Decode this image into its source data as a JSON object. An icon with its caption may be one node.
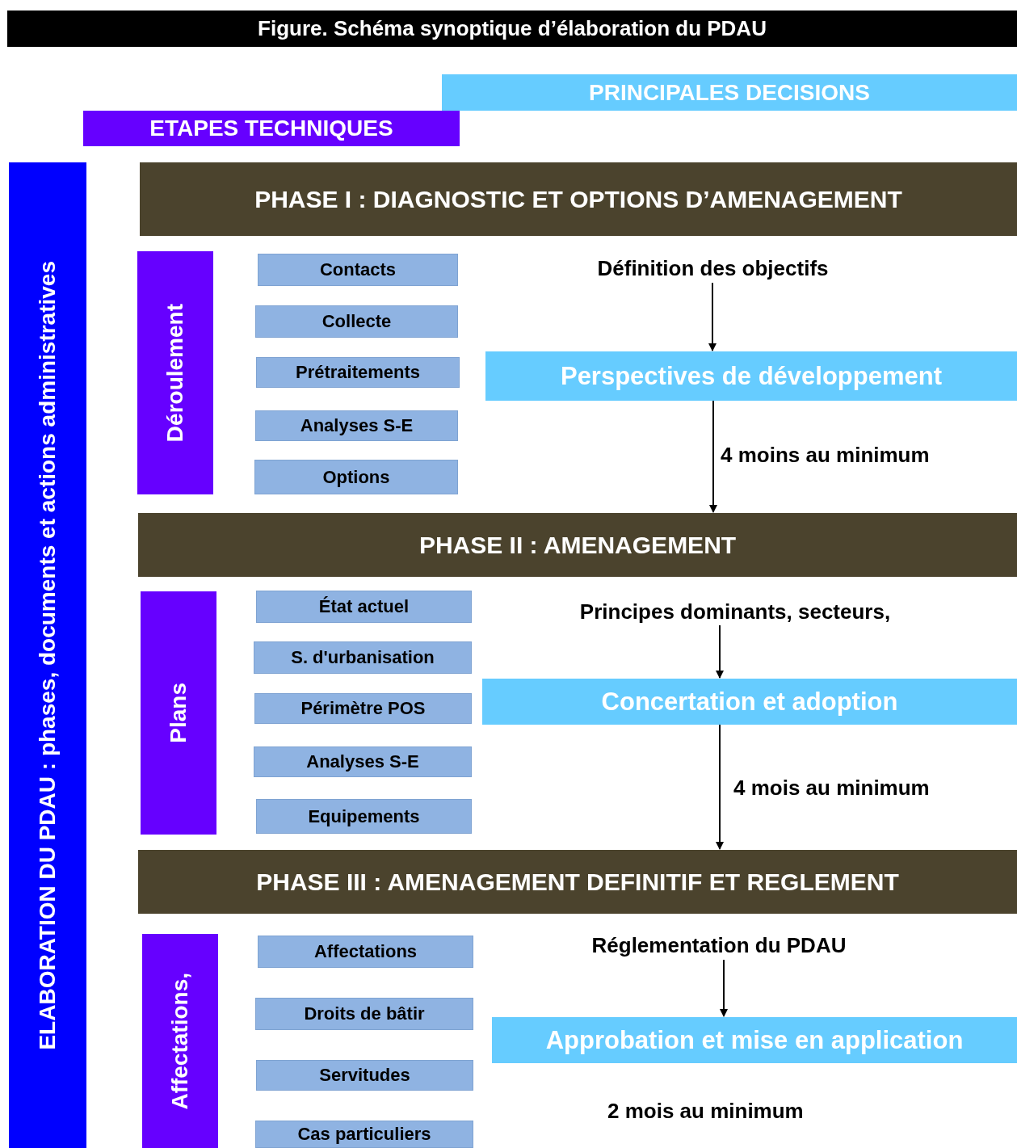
{
  "diagram": {
    "title": "Figure. Schéma synoptique d’élaboration du PDAU",
    "nodes": [
      {
        "text": [
          "PRINCIPALES DECISIONS"
        ]
      },
      {
        "text": [
          "ETAPES TECHNIQUES"
        ]
      },
      {
        "text": [
          "ELABORATION DU PDAU : phases, documents et actions administratives"
        ]
      },
      {
        "text": [
          "PHASE I : DIAGNOSTIC ET OPTIONS D’AMENAGEMENT"
        ]
      },
      {
        "text": [
          "Déroulement"
        ]
      },
      {
        "text": [
          "Contacts"
        ]
      },
      {
        "text": [
          "Collecte"
        ]
      },
      {
        "text": [
          "Prétraitements"
        ]
      },
      {
        "text": [
          "Analyses S-E"
        ]
      },
      {
        "text": [
          "Options"
        ]
      },
      {
        "text": [
          "Définition des objectifs"
        ]
      },
      {
        "text": [
          "Perspectives de développement"
        ]
      },
      {
        "text": [
          "PHASE II : AMENAGEMENT"
        ]
      },
      {
        "text": [
          "Plans"
        ]
      },
      {
        "text": [
          "État actuel"
        ]
      },
      {
        "text": [
          "S. d'urbanisation"
        ]
      },
      {
        "text": [
          "Périmètre POS"
        ]
      },
      {
        "text": [
          "Analyses S-E"
        ]
      },
      {
        "text": [
          "Equipements"
        ]
      },
      {
        "text": [
          "Principes dominants, secteurs,"
        ]
      },
      {
        "text": [
          "Concertation et adoption"
        ]
      },
      {
        "text": [
          "PHASE III : AMENAGEMENT DEFINITIF ET REGLEMENT"
        ]
      },
      {
        "text": [
          "Affectations,"
        ]
      },
      {
        "text": [
          "Affectations"
        ]
      },
      {
        "text": [
          "Droits de bâtir"
        ]
      },
      {
        "text": [
          "Servitudes"
        ]
      },
      {
        "text": [
          "Cas particuliers"
        ]
      },
      {
        "text": [
          "Réglementation du PDAU"
        ]
      },
      {
        "text": [
          "Approbation et mise en application"
        ]
      }
    ],
    "edges": [
      {
        "from": 10,
        "to": 11,
        "arrow": "to"
      },
      {
        "from": 11,
        "to": 12,
        "arrow": "to",
        "label": "4 moins au minimum"
      },
      {
        "from": 19,
        "to": 20,
        "arrow": "to"
      },
      {
        "from": 20,
        "to": 21,
        "arrow": "to",
        "label": "4 mois au minimum"
      },
      {
        "from": 27,
        "to": 28,
        "arrow": "to"
      }
    ],
    "labels": [
      "2 mois au minimum"
    ]
  }
}
